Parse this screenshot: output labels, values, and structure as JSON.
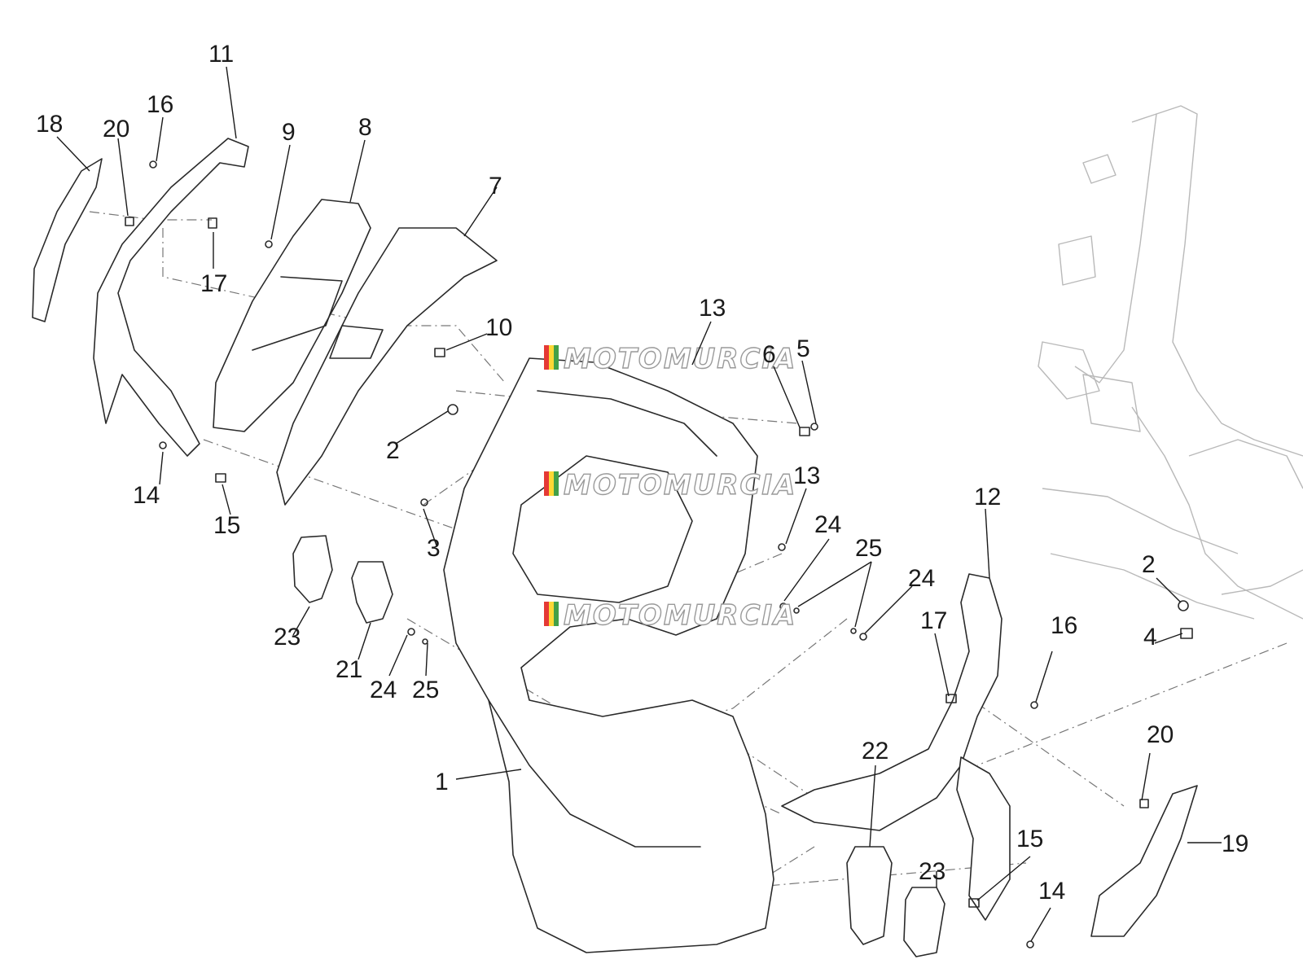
{
  "callouts": [
    "1",
    "2",
    "3",
    "4",
    "5",
    "6",
    "7",
    "8",
    "9",
    "10",
    "11",
    "12",
    "13",
    "14",
    "15",
    "16",
    "17",
    "18",
    "19",
    "20",
    "21",
    "22",
    "23",
    "24",
    "25"
  ],
  "watermark": "MOTOMURCIA",
  "colors": {
    "line": "#2a2a2a",
    "frame": "#b9b9b9",
    "dash": "#777777",
    "wm_stripe": [
      "#e53935",
      "#fdd835",
      "#43a047"
    ]
  }
}
